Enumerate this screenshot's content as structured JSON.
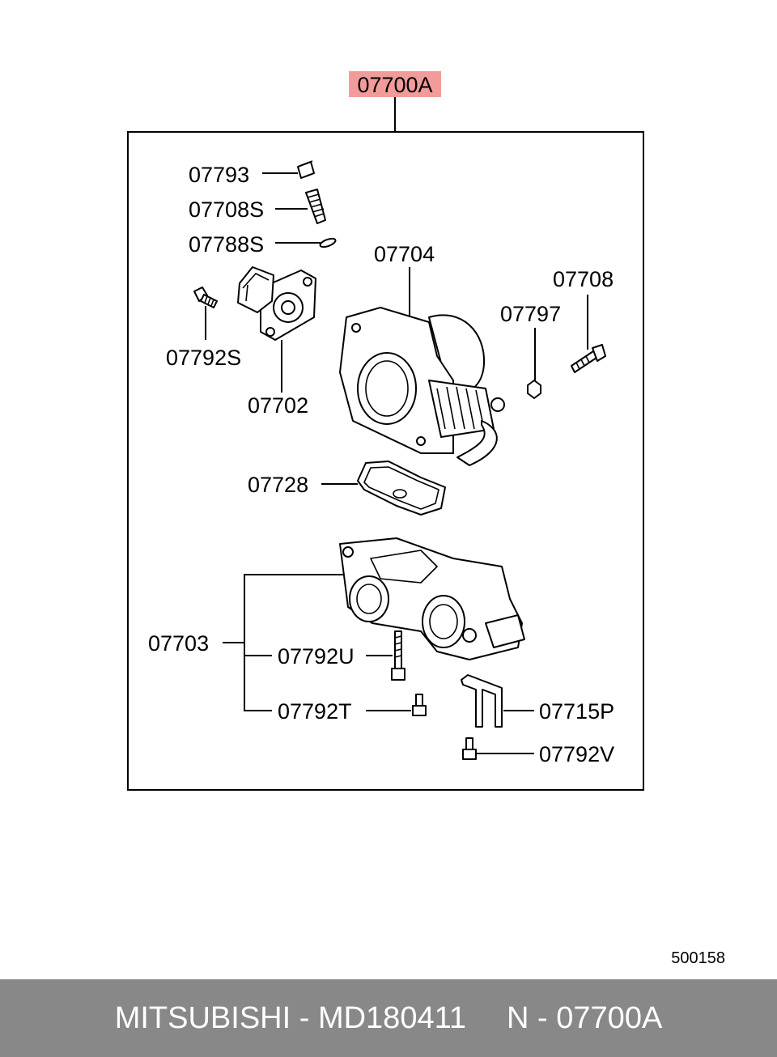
{
  "diagram": {
    "assembly_label": "07700A",
    "part_labels": {
      "p07793": "07793",
      "p07708S": "07708S",
      "p07788S": "07788S",
      "p07704": "07704",
      "p07708": "07708",
      "p07797": "07797",
      "p07792S": "07792S",
      "p07702": "07702",
      "p07728": "07728",
      "p07703": "07703",
      "p07792U": "07792U",
      "p07792T": "07792T",
      "p07715P": "07715P",
      "p07792V": "07792V"
    },
    "image_code": "500158",
    "highlight_color": "#f29b9b"
  },
  "footer": {
    "brand": "MITSUBISHI",
    "separator": " - ",
    "part_number": "MD180411",
    "ref_prefix": "N",
    "ref_separator": " - ",
    "ref_code": "07700A",
    "background_color": "#888888"
  }
}
